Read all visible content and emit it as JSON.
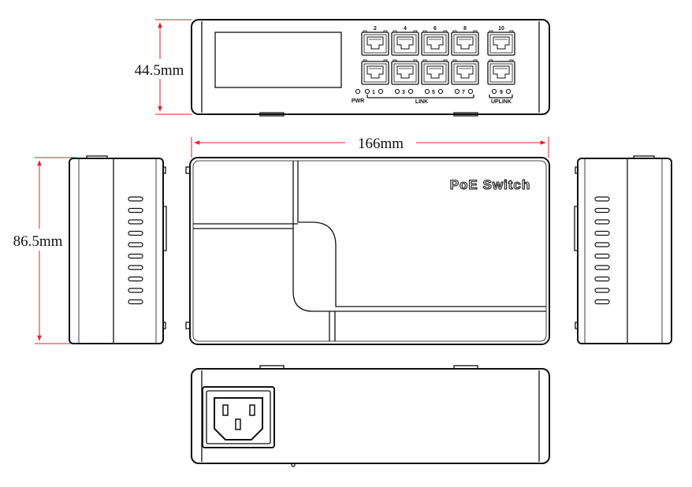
{
  "dimensions": {
    "height": "44.5mm",
    "length": "166mm",
    "depth": "86.5mm"
  },
  "front": {
    "top_port_numbers": [
      "2",
      "4",
      "6",
      "8"
    ],
    "uplink_port_number": "10",
    "bottom_port_numbers": [
      "1",
      "3",
      "5",
      "7"
    ],
    "uplink_led_label": "9",
    "pwr_label": "PWR",
    "link_label": "LINK",
    "uplink_label": "UPLINK"
  },
  "top_view": {
    "product_label": "PoE Switch"
  },
  "colors": {
    "dimension_lines": "#e0202a",
    "outline": "#111111"
  }
}
